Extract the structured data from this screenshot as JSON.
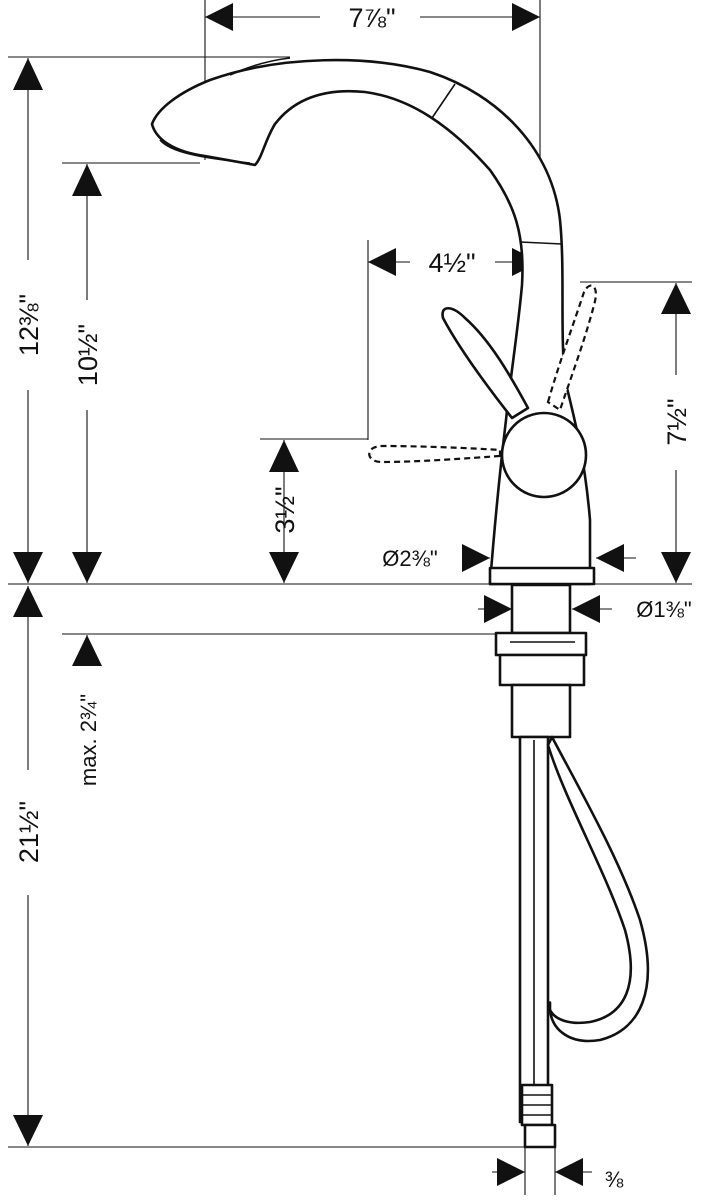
{
  "colors": {
    "ink": "#111111",
    "paper": "#ffffff"
  },
  "dimensions": {
    "spout_reach": "7⅞\"",
    "total_height": "12⅜\"",
    "spout_height": "10½\"",
    "handle_reach": "4½\"",
    "handle_height": "7½\"",
    "handle_clearance": "3½\"",
    "body_diameter": "Ø2⅜\"",
    "shank_diameter": "Ø1⅜\"",
    "max_deck": "max. 2¾\"",
    "hose_length": "21½\"",
    "connection": "⅜"
  }
}
